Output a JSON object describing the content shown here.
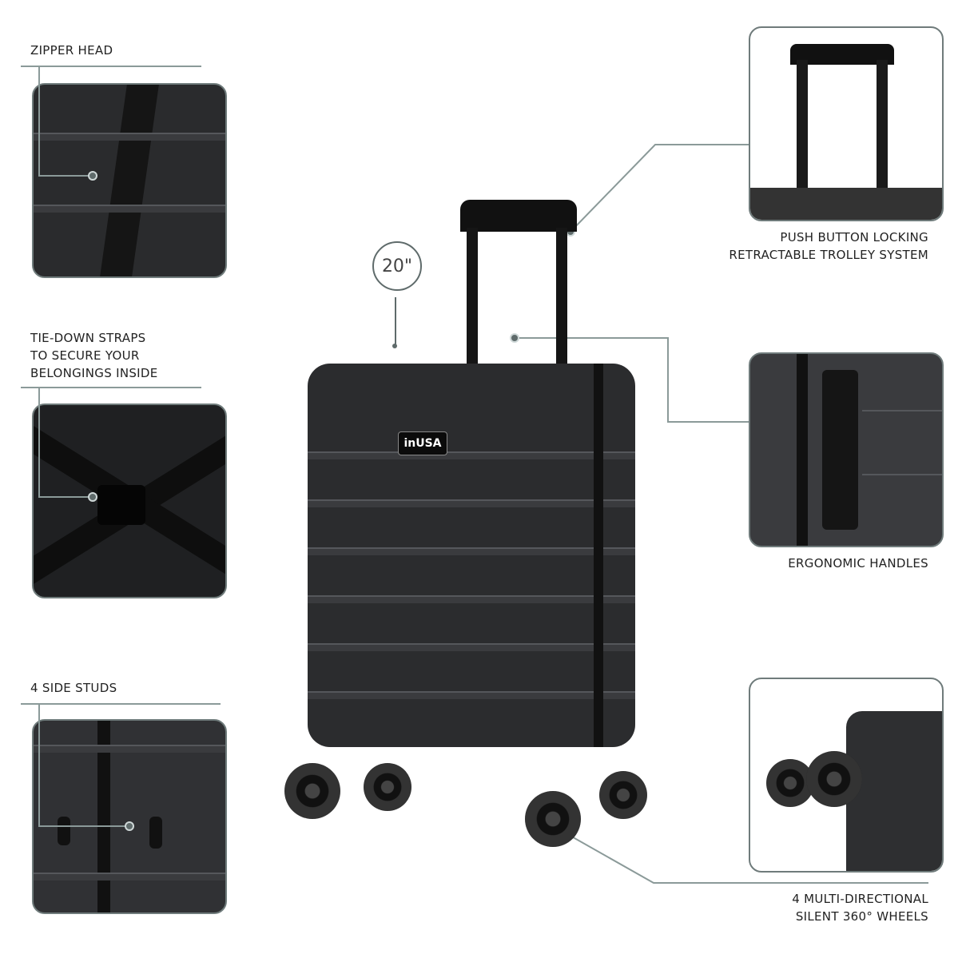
{
  "size_badge": "20\"",
  "brand_logo": "inUSA",
  "features": {
    "zipper_head": "ZIPPER HEAD",
    "tie_down": [
      "TIE-DOWN STRAPS",
      "TO SECURE YOUR",
      "BELONGINGS INSIDE"
    ],
    "side_studs": "4 SIDE STUDS",
    "trolley": [
      "PUSH BUTTON LOCKING",
      "RETRACTABLE TROLLEY SYSTEM"
    ],
    "handles": "ERGONOMIC HANDLES",
    "wheels": [
      "4 MULTI-DIRECTIONAL",
      "SILENT 360°  WHEELS"
    ]
  },
  "colors": {
    "line": "#8b9a99",
    "panel_border": "#6f7b7b",
    "luggage": "#2a2b2d"
  }
}
